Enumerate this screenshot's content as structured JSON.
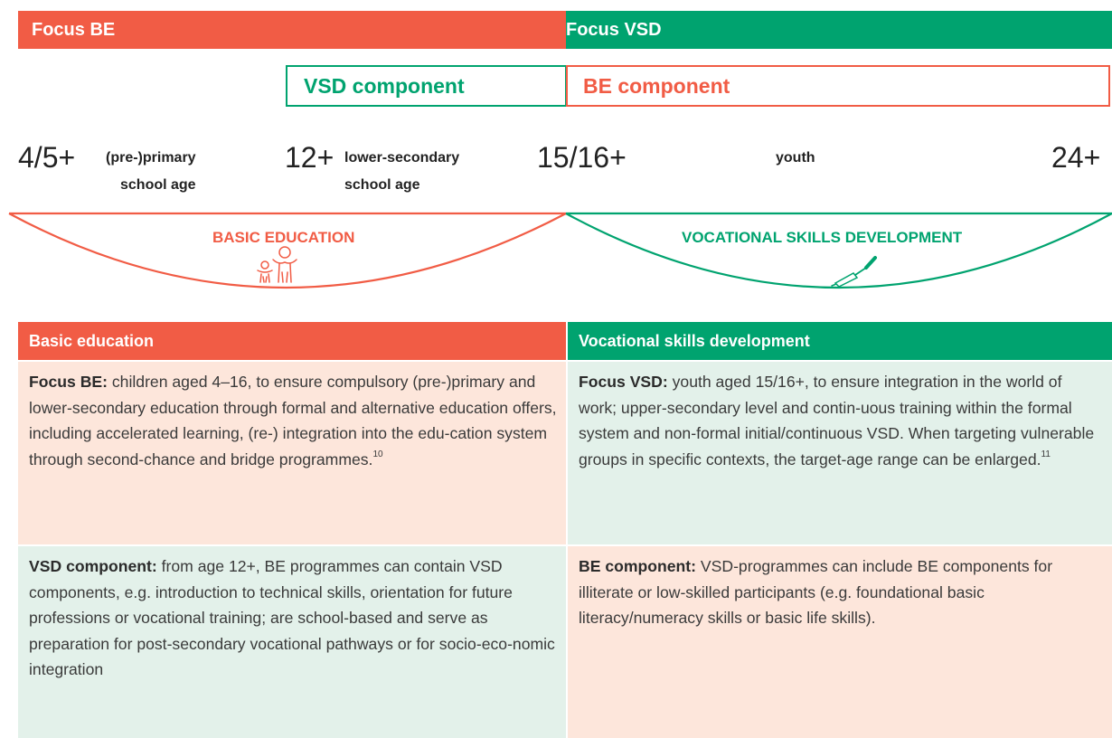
{
  "top": {
    "focus_be": "Focus BE",
    "focus_vsd": "Focus VSD"
  },
  "components": {
    "vsd": "VSD component",
    "be": "BE component"
  },
  "ages": {
    "a1": {
      "age": "4/5+",
      "label1": "(pre-)primary",
      "label2": "school age"
    },
    "a2": {
      "age": "12+",
      "label1": "lower-secondary",
      "label2": "school age"
    },
    "a3": {
      "age": "15/16+"
    },
    "youth": "youth",
    "a4": {
      "age": "24+"
    }
  },
  "arcs": {
    "be_label": "BASIC EDUCATION",
    "vsd_label": "VOCATIONAL SKILLS DEVELOPMENT"
  },
  "colors": {
    "be": "#f15c45",
    "vsd": "#00a36f",
    "peach": "#fde6db",
    "mint": "#e3f1ea"
  },
  "table": {
    "header_be": "Basic education",
    "header_vsd": "Vocational skills development",
    "focus_be": {
      "label": "Focus BE:",
      "text": " children aged 4–16, to ensure compulsory (pre-)primary and lower-secondary education through formal and alternative education offers, including accelerated learning, (re-) integration into the edu-cation system through second-chance and bridge programmes.",
      "note": "10"
    },
    "focus_vsd": {
      "label": "Focus VSD:",
      "text": " youth aged 15/16+, to ensure integration in the world of work; upper-secondary level and contin-uous training within the formal system and non-formal initial/continuous VSD. When targeting vulnerable groups in specific contexts, the target-age range can be enlarged.",
      "note": "11"
    },
    "vsd_component": {
      "label": "VSD component:",
      "text": " from age 12+, BE programmes can contain VSD components, e.g. introduction to technical skills, orientation for future professions or vocational training; are school-based and serve as preparation for post-secondary vocational pathways or for socio-eco-nomic integration"
    },
    "be_component": {
      "label": "BE component:",
      "text": " VSD-programmes can include BE components for illiterate or low-skilled participants (e.g. foundational basic literacy/numeracy skills or basic life skills)."
    }
  }
}
